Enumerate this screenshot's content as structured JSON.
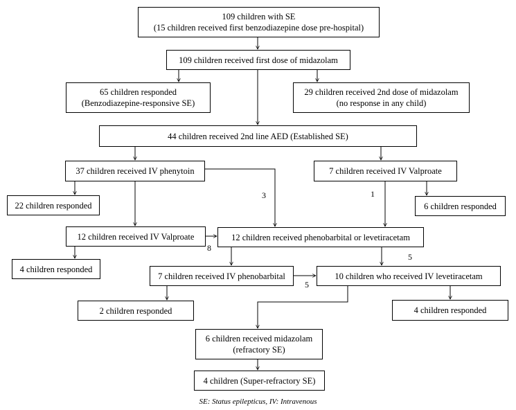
{
  "nodes": {
    "start": {
      "line1": "109 children with SE",
      "line2": "(15 children received first benzodiazepine dose pre-hospital)"
    },
    "first_dose": {
      "line1": "109 children received first dose of midazolam"
    },
    "responded_65": {
      "line1": "65 children responded",
      "line2": "(Benzodiazepine-responsive SE)"
    },
    "second_midazolam": {
      "line1": "29 children received 2nd dose of midazolam",
      "line2": "(no response in any child)"
    },
    "second_line": {
      "line1": "44 children received 2nd line AED (Established SE)"
    },
    "phenytoin": {
      "line1": "37 children received IV phenytoin"
    },
    "valproate_7": {
      "line1": "7 children received IV Valproate"
    },
    "responded_22": {
      "line1": "22 children responded"
    },
    "responded_6": {
      "line1": "6 children responded"
    },
    "valproate_12": {
      "line1": "12 children received IV Valproate"
    },
    "pheno_or_leve": {
      "line1": "12 children received phenobarbital or levetiracetam"
    },
    "responded_4a": {
      "line1": "4 children responded"
    },
    "phenobarbital_7": {
      "line1": "7 children received IV phenobarbital"
    },
    "levetiracetam_10": {
      "line1": "10 children who received IV levetiracetam"
    },
    "responded_2": {
      "line1": "2 children responded"
    },
    "responded_4b": {
      "line1": "4 children responded"
    },
    "refractory": {
      "line1": "6 children received midazolam",
      "line2": "(refractory SE)"
    },
    "super_refractory": {
      "line1": "4 children (Super-refractory SE)"
    }
  },
  "edge_labels": {
    "phenytoin_to_pheno": "3",
    "valproate_to_pheno": "1",
    "valproate12_to_pheno": "8",
    "pheno_to_leve": "5",
    "phenobarb_to_leve": "5"
  },
  "caption": "SE: Status epilepticus, IV: Intravenous"
}
